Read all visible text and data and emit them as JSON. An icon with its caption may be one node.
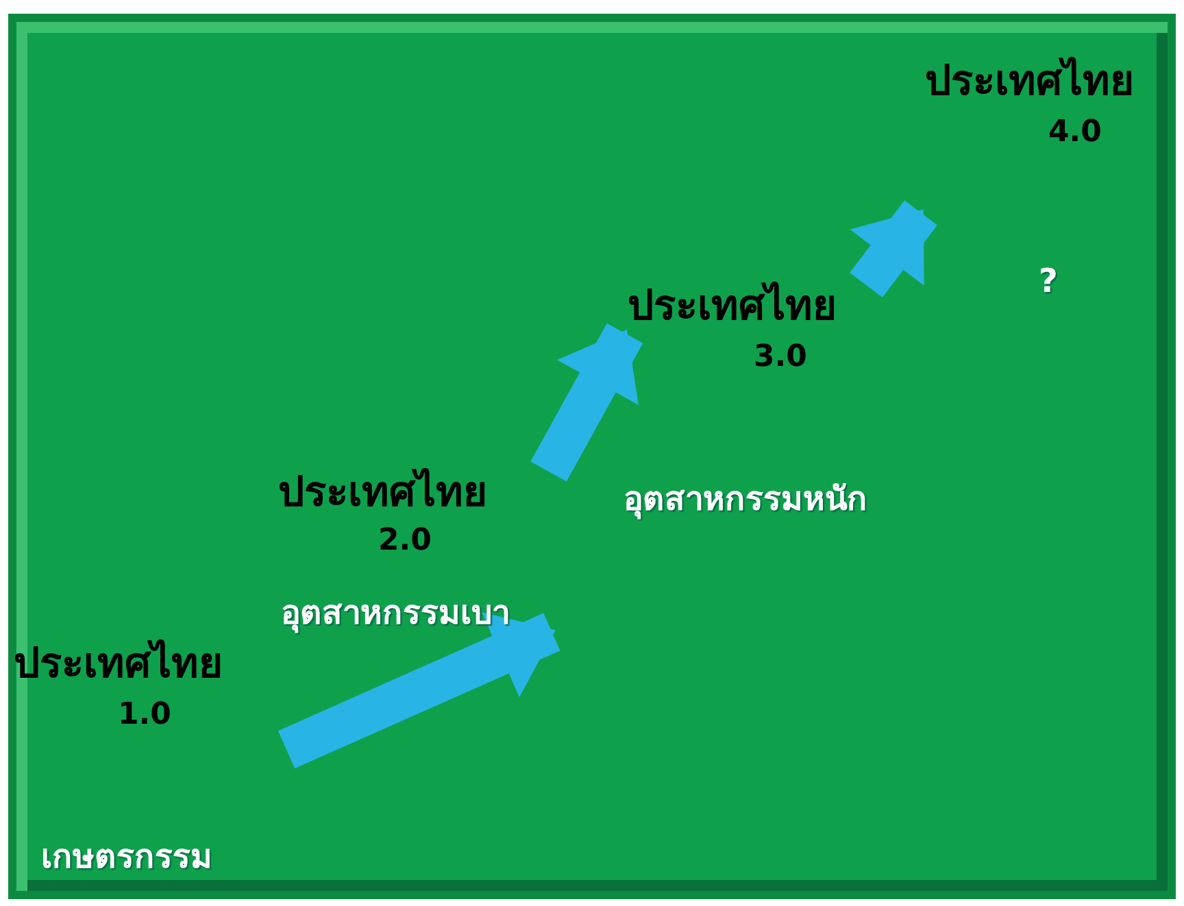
{
  "diagram": {
    "nodes": [
      {
        "text": [
          "ประเทศไทย",
          "1.0"
        ],
        "beside": [
          "เกษตรกรรม"
        ]
      },
      {
        "text": [
          "ประเทศไทย",
          "2.0"
        ],
        "beside": [
          "อุตสาหกรรมเบา"
        ]
      },
      {
        "text": [
          "ประเทศไทย",
          "3.0"
        ],
        "beside": [
          "อุตสาหกรรมหนัก"
        ]
      },
      {
        "text": [
          "ประเทศไทย",
          "4.0"
        ],
        "beside": [
          "?"
        ]
      }
    ],
    "edges": [
      {
        "from": 0,
        "to": 1,
        "arrow": "to"
      },
      {
        "from": 1,
        "to": 2,
        "arrow": "to"
      },
      {
        "from": 2,
        "to": 3,
        "arrow": "to"
      }
    ]
  }
}
